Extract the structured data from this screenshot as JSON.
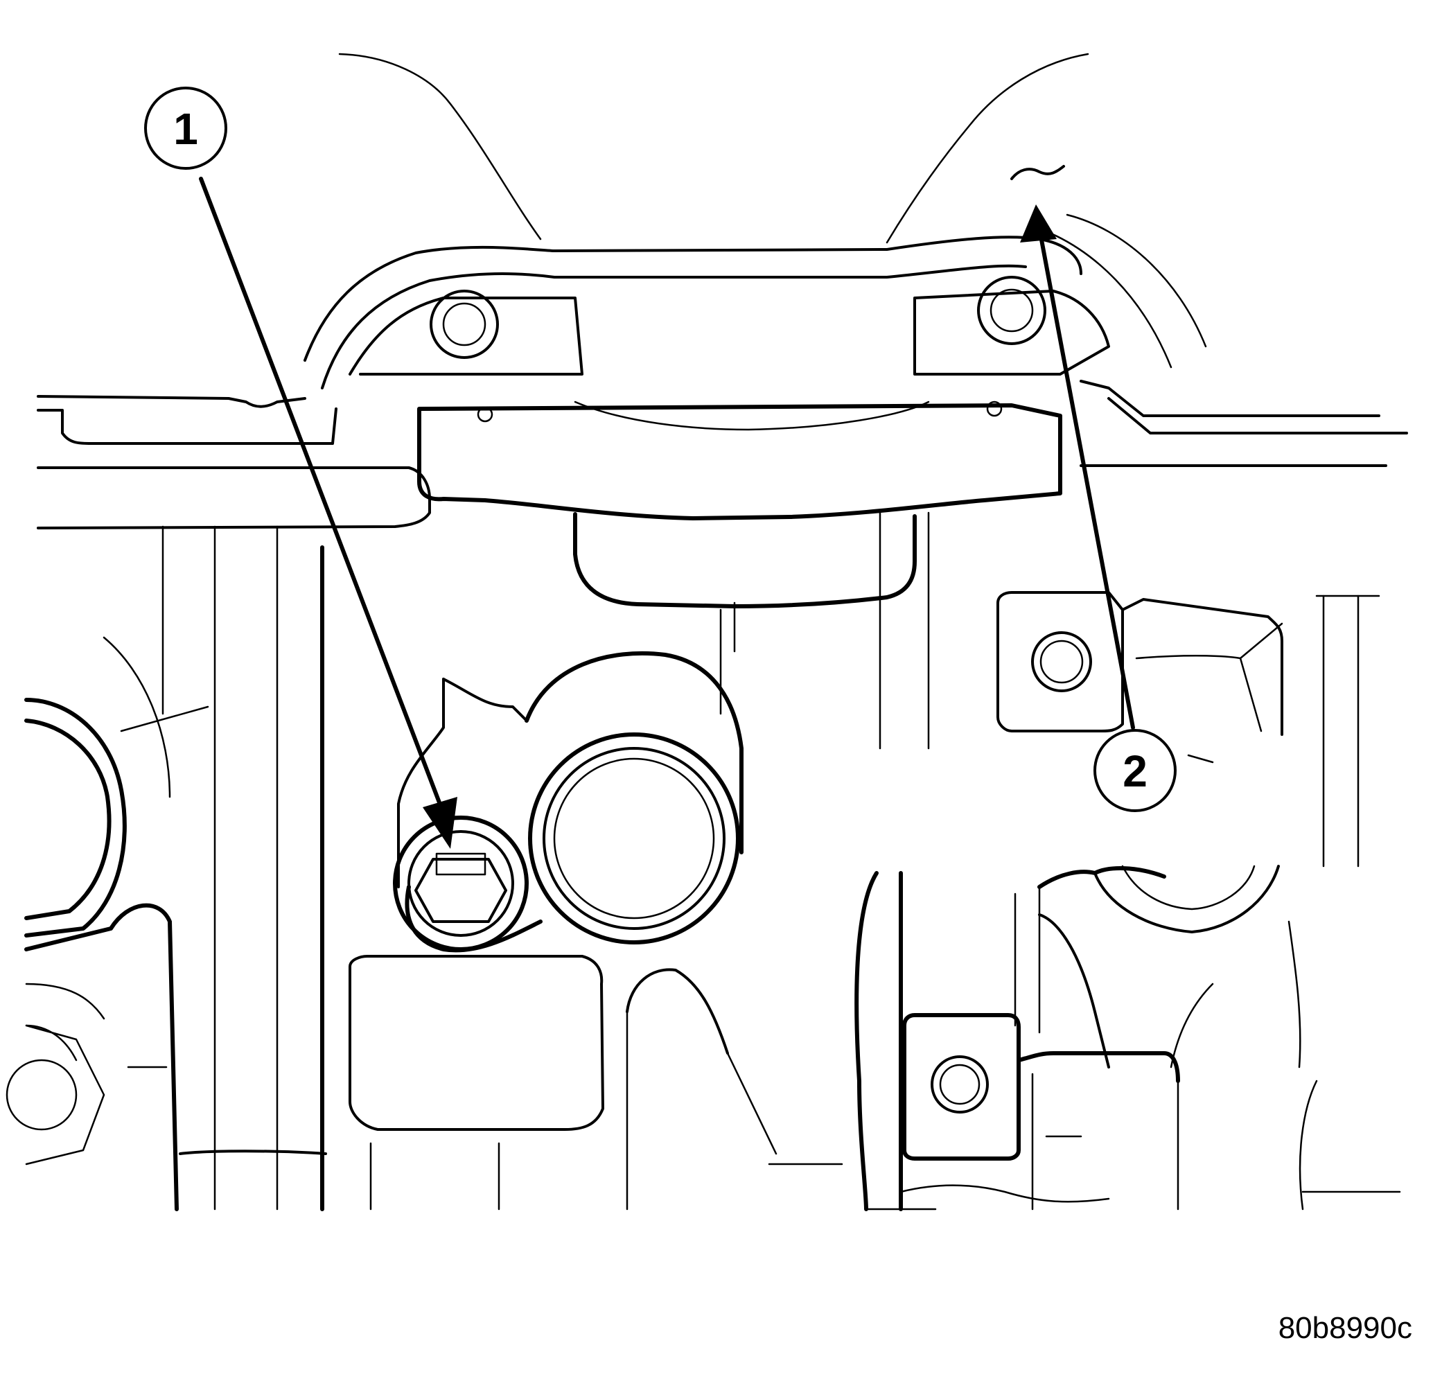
{
  "callouts": [
    {
      "label": "1"
    },
    {
      "label": "2"
    }
  ],
  "figure_id": "80b8990c",
  "colors": {
    "line": "#000000",
    "background": "#ffffff"
  }
}
